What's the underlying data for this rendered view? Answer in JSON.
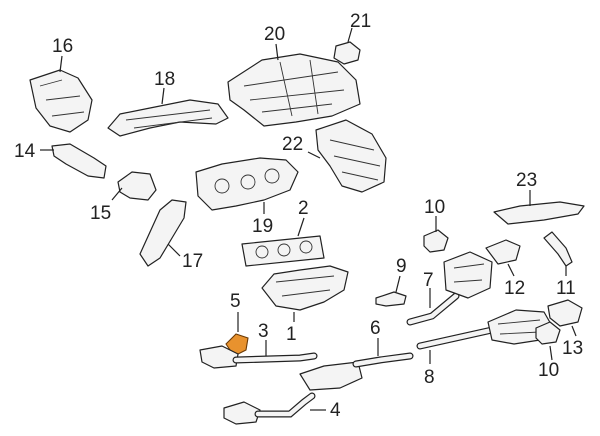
{
  "callouts": {
    "c1": "1",
    "c2": "2",
    "c3": "3",
    "c4": "4",
    "c5": "5",
    "c6": "6",
    "c7": "7",
    "c8": "8",
    "c9": "9",
    "c10a": "10",
    "c10b": "10",
    "c11": "11",
    "c12": "12",
    "c13": "13",
    "c14": "14",
    "c15": "15",
    "c16": "16",
    "c17": "17",
    "c18": "18",
    "c19": "19",
    "c20": "20",
    "c21": "21",
    "c22": "22",
    "c23": "23"
  },
  "colors": {
    "highlight": "#e8922e",
    "line": "#222222",
    "part_fill": "#f4f4f4"
  }
}
